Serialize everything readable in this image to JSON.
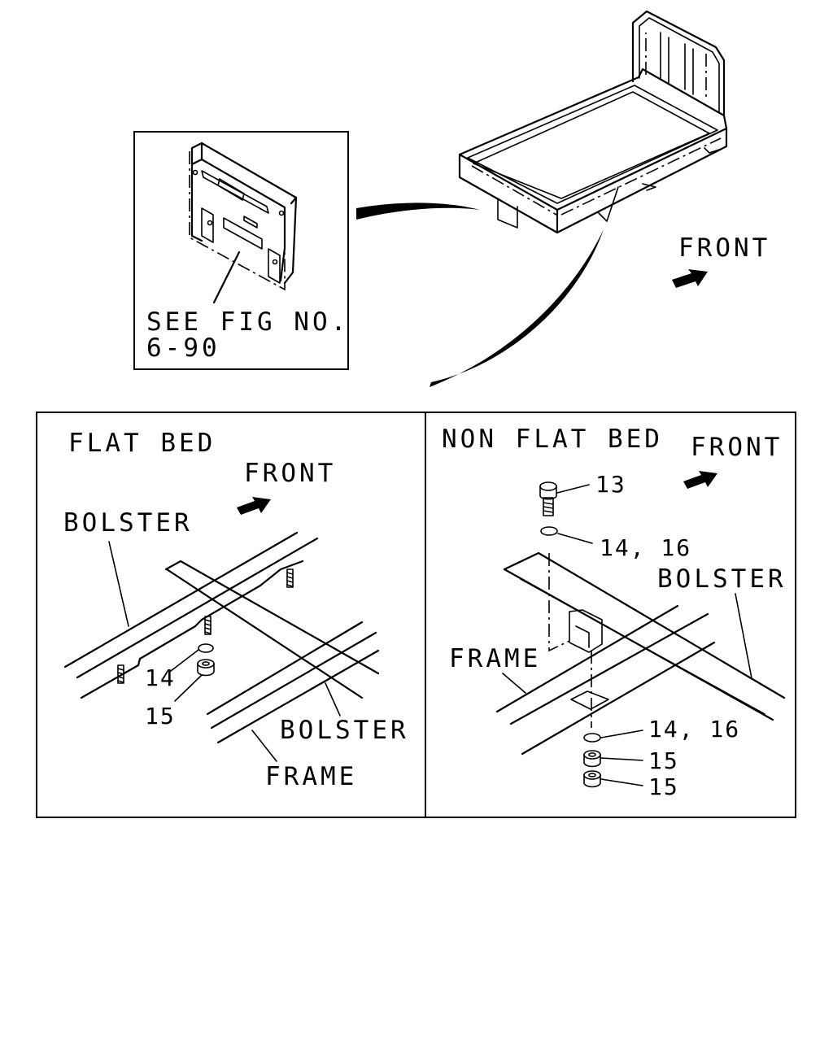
{
  "top": {
    "inset_caption_line1": "SEE FIG NO.",
    "inset_caption_line2": "6-90",
    "front_label": "FRONT"
  },
  "flat_bed": {
    "title": "FLAT BED",
    "front_label": "FRONT",
    "bolster_label_upper": "BOLSTER",
    "bolster_label_lower": "BOLSTER",
    "frame_label": "FRAME",
    "callouts": [
      "14",
      "15"
    ]
  },
  "non_flat_bed": {
    "title": "NON FLAT BED",
    "front_label": "FRONT",
    "bolster_label": "BOLSTER",
    "frame_label": "FRAME",
    "callouts": [
      "13",
      "14, 16",
      "14, 16",
      "15",
      "15"
    ]
  }
}
